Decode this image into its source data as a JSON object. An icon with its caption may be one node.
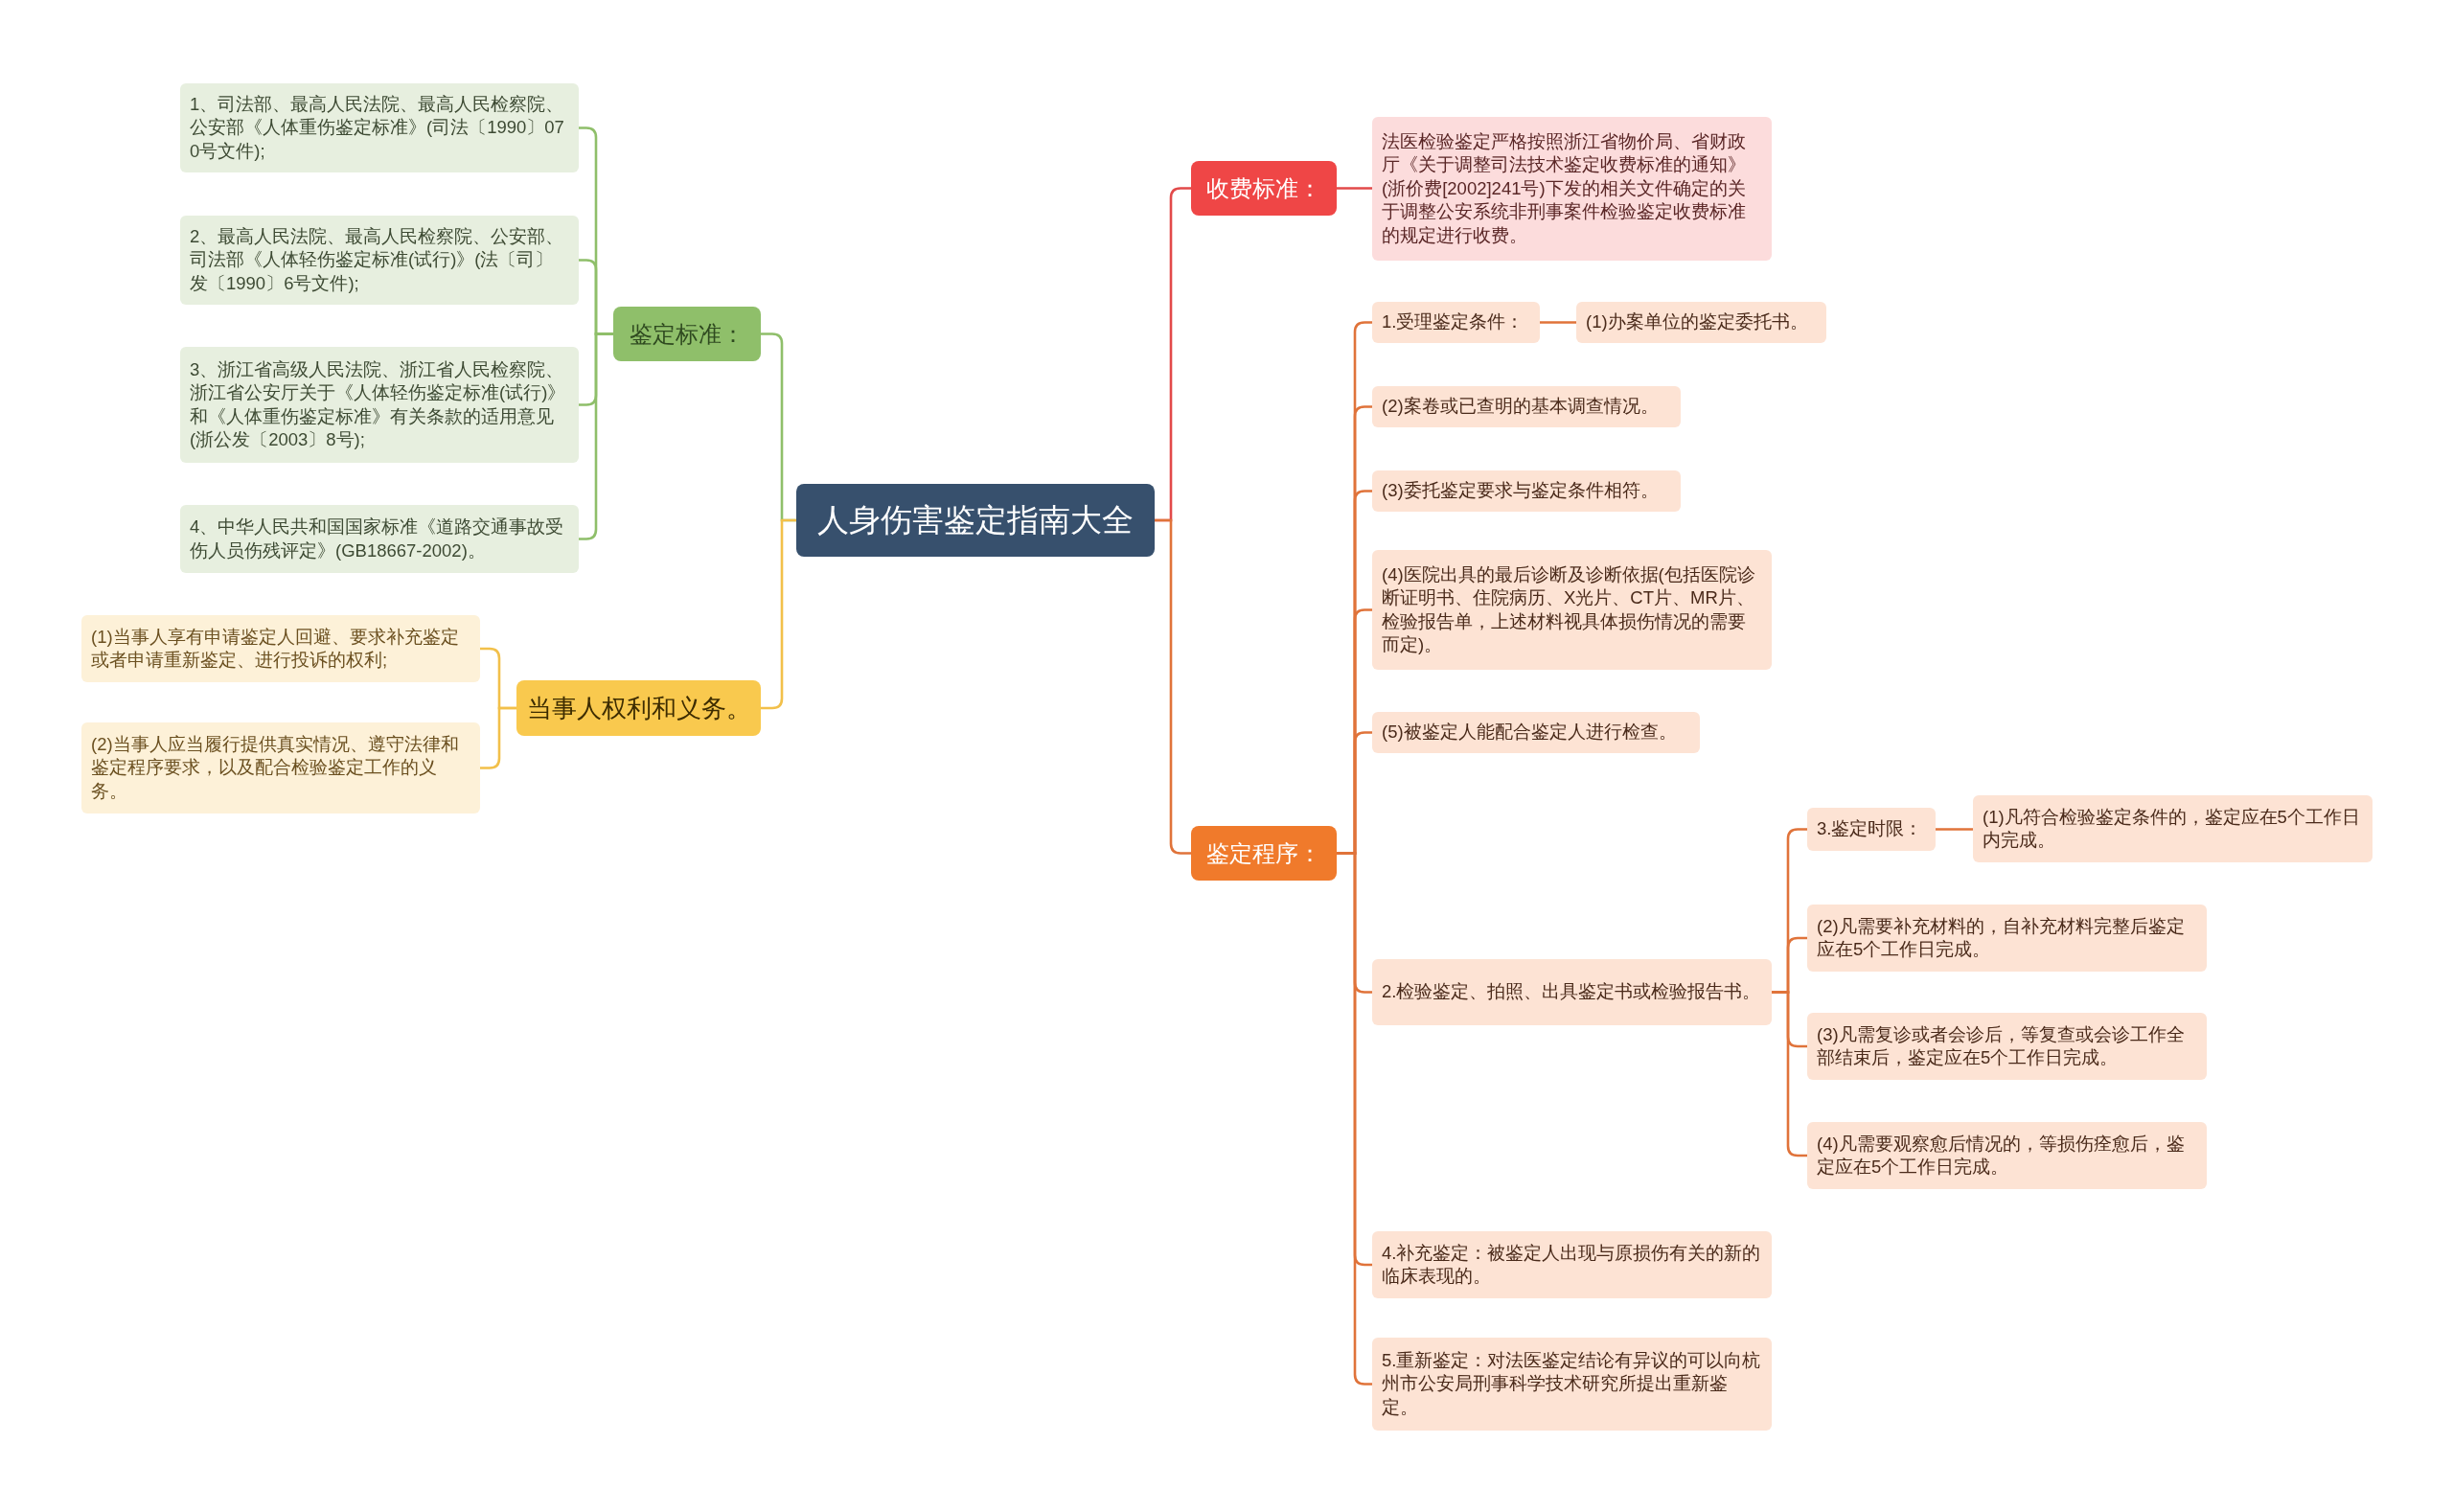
{
  "diagram": {
    "nodes": [
      {
        "text": [
          "人身伤害鉴定指南大全"
        ]
      },
      {
        "text": [
          "鉴定标准："
        ]
      },
      {
        "text": [
          "1、司法部、最高人民法院、最高人民检察院、公安部《人体重伤鉴定标准》(司法〔1990〕070号文件);"
        ]
      },
      {
        "text": [
          "2、最高人民法院、最高人民检察院、公安部、司法部《人体轻伤鉴定标准(试行)》(法〔司〕发〔1990〕6号文件);"
        ]
      },
      {
        "text": [
          "3、浙江省高级人民法院、浙江省人民检察院、浙江省公安厅关于《人体轻伤鉴定标准(试行)》和《人体重伤鉴定标准》有关条款的适用意见(浙公发〔2003〕8号);"
        ]
      },
      {
        "text": [
          "4、中华人民共和国国家标准《道路交通事故受伤人员伤残评定》(GB18667-2002)。"
        ]
      },
      {
        "text": [
          "当事人权利和义务。"
        ]
      },
      {
        "text": [
          "(1)当事人享有申请鉴定人回避、要求补充鉴定或者申请重新鉴定、进行投诉的权利;"
        ]
      },
      {
        "text": [
          "(2)当事人应当履行提供真实情况、遵守法律和鉴定程序要求，以及配合检验鉴定工作的义务。"
        ]
      },
      {
        "text": [
          "收费标准："
        ]
      },
      {
        "text": [
          "法医检验鉴定严格按照浙江省物价局、省财政厅《关于调整司法技术鉴定收费标准的通知》(浙价费[2002]241号)下发的相关文件确定的关于调整公安系统非刑事案件检验鉴定收费标准的规定进行收费。"
        ]
      },
      {
        "text": [
          "鉴定程序："
        ]
      },
      {
        "text": [
          "1.受理鉴定条件："
        ]
      },
      {
        "text": [
          "(1)办案单位的鉴定委托书。"
        ]
      },
      {
        "text": [
          "(2)案卷或已查明的基本调查情况。"
        ]
      },
      {
        "text": [
          "(3)委托鉴定要求与鉴定条件相符。"
        ]
      },
      {
        "text": [
          "(4)医院出具的最后诊断及诊断依据(包括医院诊断证明书、住院病历、X光片、CT片、MR片、检验报告单，上述材料视具体损伤情况的需要而定)。"
        ]
      },
      {
        "text": [
          "(5)被鉴定人能配合鉴定人进行检查。"
        ]
      },
      {
        "text": [
          "2.检验鉴定、拍照、出具鉴定书或检验报告书。"
        ]
      },
      {
        "text": [
          "3.鉴定时限："
        ]
      },
      {
        "text": [
          "(1)凡符合检验鉴定条件的，鉴定应在5个工作日内完成。"
        ]
      },
      {
        "text": [
          "(2)凡需要补充材料的，自补充材料完整后鉴定应在5个工作日完成。"
        ]
      },
      {
        "text": [
          "(3)凡需复诊或者会诊后，等复查或会诊工作全部结束后，鉴定应在5个工作日完成。"
        ]
      },
      {
        "text": [
          "(4)凡需要观察愈后情况的，等损伤痊愈后，鉴定应在5个工作日完成。"
        ]
      },
      {
        "text": [
          "4.补充鉴定：被鉴定人出现与原损伤有关的新的临床表现的。"
        ]
      },
      {
        "text": [
          "5.重新鉴定：对法医鉴定结论有异议的可以向杭州市公安局刑事科学技术研究所提出重新鉴定。"
        ]
      }
    ],
    "edges": [
      {
        "from": 0,
        "to": 1,
        "arrow": "none",
        "color": "#8fbf6a"
      },
      {
        "from": 1,
        "to": 2,
        "arrow": "none",
        "color": "#8fbf6a"
      },
      {
        "from": 1,
        "to": 3,
        "arrow": "none",
        "color": "#8fbf6a"
      },
      {
        "from": 1,
        "to": 4,
        "arrow": "none",
        "color": "#8fbf6a"
      },
      {
        "from": 1,
        "to": 5,
        "arrow": "none",
        "color": "#8fbf6a"
      },
      {
        "from": 0,
        "to": 6,
        "arrow": "none",
        "color": "#f2c04a"
      },
      {
        "from": 6,
        "to": 7,
        "arrow": "none",
        "color": "#f2c04a"
      },
      {
        "from": 6,
        "to": 8,
        "arrow": "none",
        "color": "#f2c04a"
      },
      {
        "from": 0,
        "to": 9,
        "arrow": "none",
        "color": "#e24a4a"
      },
      {
        "from": 9,
        "to": 10,
        "arrow": "none",
        "color": "#e24a4a"
      },
      {
        "from": 0,
        "to": 11,
        "arrow": "none"
      },
      {
        "from": 11,
        "to": 12,
        "arrow": "none"
      },
      {
        "from": 12,
        "to": 13,
        "arrow": "none"
      },
      {
        "from": 11,
        "to": 14,
        "arrow": "none"
      },
      {
        "from": 11,
        "to": 15,
        "arrow": "none"
      },
      {
        "from": 11,
        "to": 16,
        "arrow": "none"
      },
      {
        "from": 11,
        "to": 17,
        "arrow": "none"
      },
      {
        "from": 11,
        "to": 18,
        "arrow": "none"
      },
      {
        "from": 18,
        "to": 19,
        "arrow": "none"
      },
      {
        "from": 19,
        "to": 20,
        "arrow": "none"
      },
      {
        "from": 18,
        "to": 21,
        "arrow": "none"
      },
      {
        "from": 18,
        "to": 22,
        "arrow": "none"
      },
      {
        "from": 18,
        "to": 23,
        "arrow": "none"
      },
      {
        "from": 11,
        "to": 24,
        "arrow": "none"
      },
      {
        "from": 11,
        "to": 25,
        "arrow": "none"
      }
    ]
  }
}
